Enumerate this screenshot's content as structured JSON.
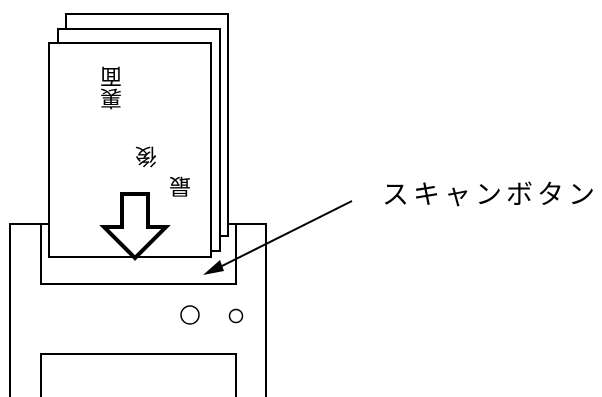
{
  "callout": {
    "label": "スキャンボタン"
  },
  "sheet": {
    "text_a": "裏面",
    "text_b": "後",
    "text_c": "最"
  },
  "icons": {
    "feed_arrow": "down-arrow-icon",
    "buttons": [
      "circle-button-large",
      "circle-button-small"
    ]
  },
  "colors": {
    "stroke": "#000000",
    "background": "#ffffff"
  }
}
